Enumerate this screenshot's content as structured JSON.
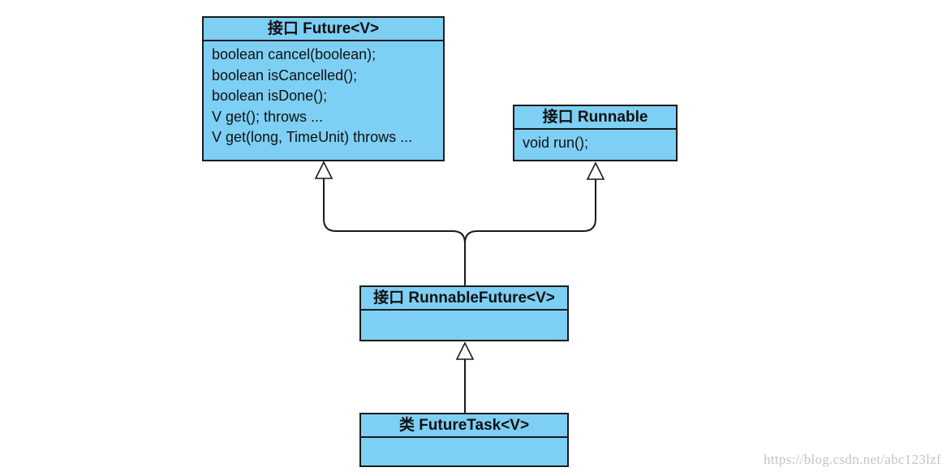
{
  "diagram": {
    "nodes": [
      {
        "id": "future",
        "title": "接口 Future<V>",
        "members": [
          "boolean cancel(boolean);",
          "boolean isCancelled();",
          "boolean isDone();",
          "V get(); throws ...",
          "V get(long, TimeUnit) throws ..."
        ]
      },
      {
        "id": "runnable",
        "title": "接口 Runnable",
        "members": [
          "void run();"
        ]
      },
      {
        "id": "runnable_future",
        "title": "接口 RunnableFuture<V>",
        "members": []
      },
      {
        "id": "future_task",
        "title": "类 FutureTask<V>",
        "members": []
      }
    ],
    "edges": [
      {
        "from": "runnable_future",
        "to": "future",
        "type": "generalization"
      },
      {
        "from": "runnable_future",
        "to": "runnable",
        "type": "generalization"
      },
      {
        "from": "future_task",
        "to": "runnable_future",
        "type": "generalization"
      }
    ]
  },
  "colors": {
    "box_fill": "#7ecff4",
    "box_border": "#1a1a1a",
    "watermark": "#c4c4c4"
  },
  "watermark": "https://blog.csdn.net/abc123lzf"
}
